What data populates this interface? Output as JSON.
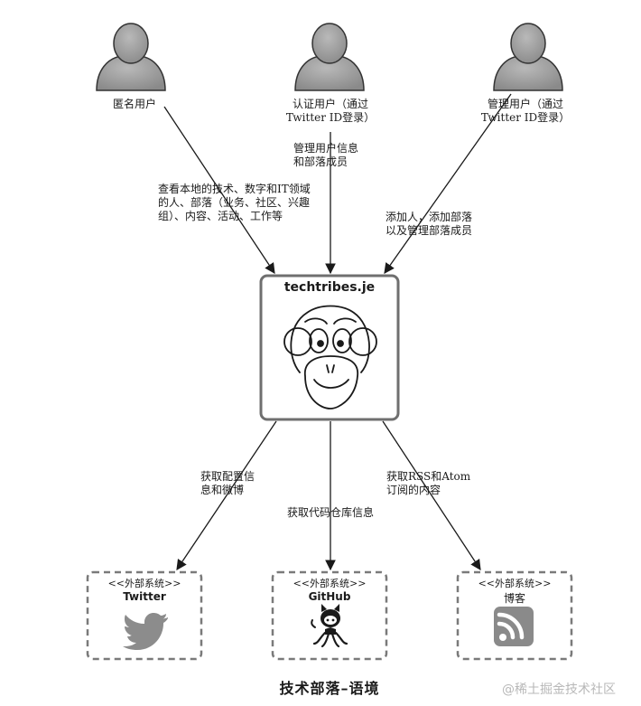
{
  "actors": [
    {
      "label": "匿名用户"
    },
    {
      "label": "认证用户（通过\nTwitter ID登录）"
    },
    {
      "label": "管理用户（通过\nTwitter ID登录）"
    }
  ],
  "edges": {
    "anon_to_core": "查看本地的技术、数字和IT领域\n的人、部落（业务、社区、兴趣\n组）、内容、活动、工作等",
    "auth_to_core": "管理用户信息\n和部落成员",
    "admin_to_core": "添加人，添加部落\n以及管理部落成员",
    "core_to_twitter": "获取配置信\n息和微博",
    "core_to_github": "获取代码仓库信息",
    "core_to_blogs": "获取RSS和Atom\n订阅的内容"
  },
  "core": {
    "title": "techtribes.je"
  },
  "external_systems": [
    {
      "stereotype": "<<外部系统>>",
      "name": "Twitter",
      "icon": "twitter-bird-icon"
    },
    {
      "stereotype": "<<外部系统>>",
      "name": "GitHub",
      "icon": "github-octocat-icon"
    },
    {
      "stereotype": "<<外部系统>>",
      "name": "博客",
      "icon": "rss-feed-icon"
    }
  ],
  "caption": "技术部落–语境",
  "watermark": "@稀土掘金技术社区"
}
